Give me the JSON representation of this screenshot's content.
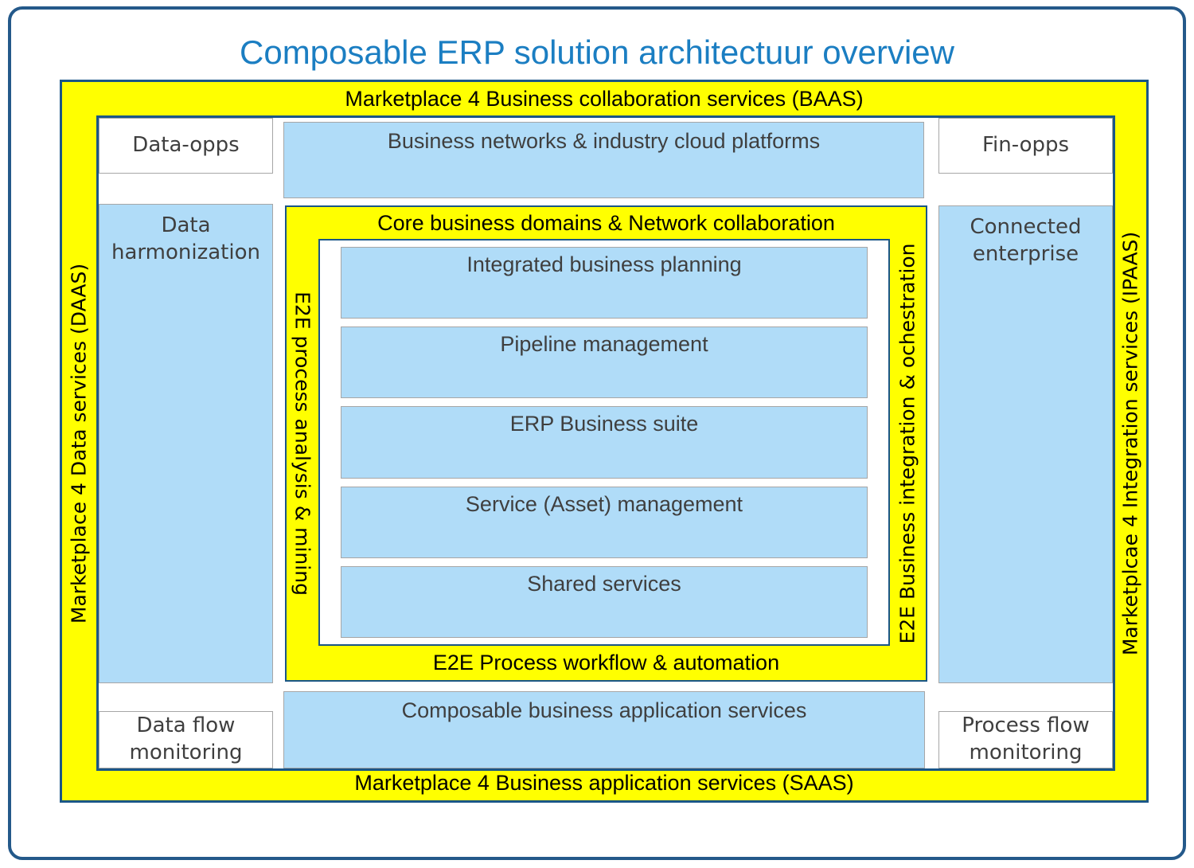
{
  "title": "Composable ERP solution architectuur overview",
  "frame": {
    "top_label": "Marketplace 4 Business collaboration services (BAAS)",
    "left_label": "Marketplace 4 Data services (DAAS)",
    "right_label": "Marketplcae 4 Integration services (IPAAS)",
    "bottom_label": "Marketplace 4 Business application services (SAAS)"
  },
  "boxes": {
    "data_opps": "Data-opps",
    "business_networks": "Business networks & industry cloud platforms",
    "fin_opps": "Fin-opps",
    "data_harmonization": "Data harmonization",
    "connected_enterprise": "Connected enterprise",
    "composable_services": "Composable business application services",
    "data_flow_monitoring": "Data flow monitoring",
    "process_flow_monitoring": "Process flow monitoring"
  },
  "core": {
    "title": "Core business domains & Network collaboration",
    "left_label": "E2E process analysis & mining",
    "right_label": "E2E Business integration & ochestration",
    "bottom_label": "E2E Process workflow & automation",
    "items": [
      "Integrated business planning",
      "Pipeline management",
      "ERP Business suite",
      "Service (Asset) management",
      "Shared services"
    ]
  },
  "colors": {
    "yellow": "#ffff00",
    "light_blue": "#b0dcf8",
    "border_blue": "#1a5687",
    "title_blue": "#1b7ec2",
    "label_gray": "#3f3f3f"
  }
}
